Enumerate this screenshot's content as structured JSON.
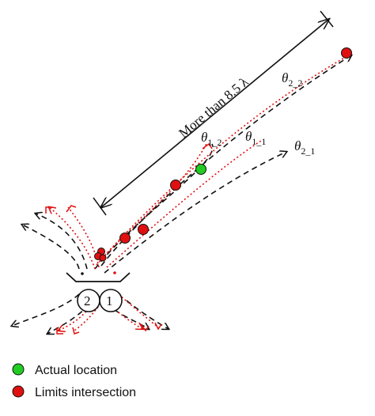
{
  "labels": {
    "distance": "More than 8.5 λ",
    "theta_2_2": "θ2_2",
    "theta_1_2": "θ1_2",
    "theta_1_1": "θ1_1",
    "theta_2_1": "θ2_1",
    "antenna_2": "2",
    "antenna_1": "1"
  },
  "legend": {
    "actual": {
      "label": "Actual location",
      "color": "#22cc22"
    },
    "limits": {
      "label": "Limits intersection",
      "color": "#e01010"
    }
  },
  "colors": {
    "black_ray": "#111111",
    "red_ray": "#e01010"
  }
}
